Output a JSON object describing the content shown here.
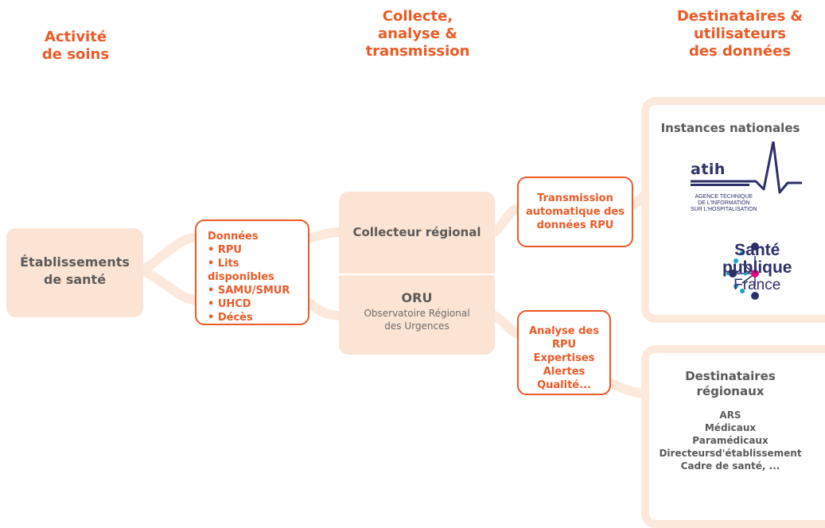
{
  "columns": {
    "activite": {
      "line1": "Activité",
      "line2": "de soins"
    },
    "collecte": {
      "line1": "Collecte,",
      "line2": "analyse &",
      "line3": "transmission"
    },
    "destinataires": {
      "line1": "Destinataires &",
      "line2": "utilisateurs",
      "line3": "des données"
    }
  },
  "etablissements": {
    "line1": "Établissements",
    "line2": "de santé"
  },
  "donnees": {
    "title": "Données",
    "items": [
      "• RPU",
      "• Lits disponibles",
      "• SAMU/SMUR",
      "• UHCD",
      "• Décès"
    ]
  },
  "collecteur": {
    "label": "Collecteur régional"
  },
  "oru": {
    "title": "ORU",
    "line1": "Observatoire Régional",
    "line2": "des Urgences"
  },
  "transmission": {
    "line1": "Transmission",
    "line2": "automatique des",
    "line3": "données RPU"
  },
  "analyse": {
    "line1": "Analyse des RPU",
    "line2": "Expertises",
    "line3": "Alertes",
    "line4": "Qualité..."
  },
  "instances": {
    "title": "Instances nationales",
    "atih": {
      "name": "atih",
      "line1": "AGENCE TECHNIQUE",
      "line2": "DE L'INFORMATION",
      "line3": "SUR L'HOSPITALISATION"
    },
    "spf": {
      "line1": "Santé",
      "line2": "publique",
      "line3": "France"
    }
  },
  "regionaux": {
    "title1": "Destinataires",
    "title2": "régionaux",
    "items": [
      "ARS",
      "Médicaux",
      "Paramédicaux",
      "Directeursd'établissement",
      "Cadre de santé, ..."
    ]
  },
  "colors": {
    "accent": "#ec5a26",
    "soft": "#fce4d4",
    "navy": "#2c2f68",
    "text": "#5a5a5a"
  },
  "icons": [
    "atih-logo-icon",
    "sante-publique-france-logo-icon"
  ]
}
